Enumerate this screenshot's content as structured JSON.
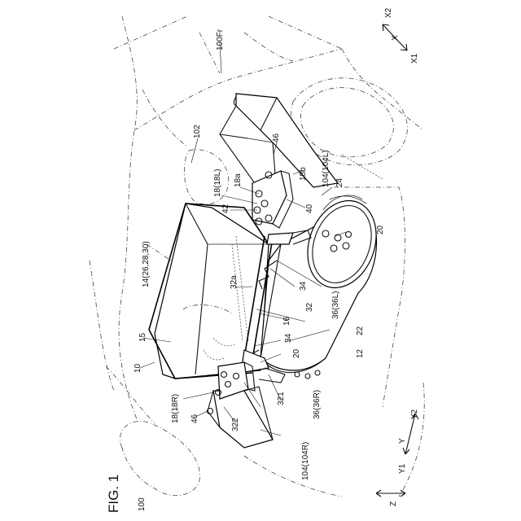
{
  "figure_title": "FIG. 1",
  "labels": {
    "l100fr": "100Fr",
    "l102": "102",
    "l46_top": "46",
    "l104l": "104(104L)",
    "l18b": "18b",
    "l24": "24",
    "l18a": "18a",
    "l18l": "18(18L)",
    "l40": "40",
    "l42": "42",
    "l20_right": "20",
    "l14": "14(26,28,30)",
    "l32a": "32a",
    "l34_top": "34",
    "l36l": "36(36L)",
    "l32": "32",
    "l16": "16",
    "l22": "22",
    "l15": "15",
    "l34_bot": "34",
    "l12": "12",
    "l10": "10",
    "l20_bot": "20",
    "l321": "321",
    "l36r": "36(36R)",
    "l18r": "18(18R)",
    "l46_bot": "46",
    "l322": "322",
    "l104r": "104(104R)",
    "l100": "100"
  },
  "axes": {
    "x2": "X2",
    "x": "X",
    "x1": "X1",
    "y1": "Y1",
    "y": "Y",
    "y2": "Y2",
    "z": "Z"
  }
}
